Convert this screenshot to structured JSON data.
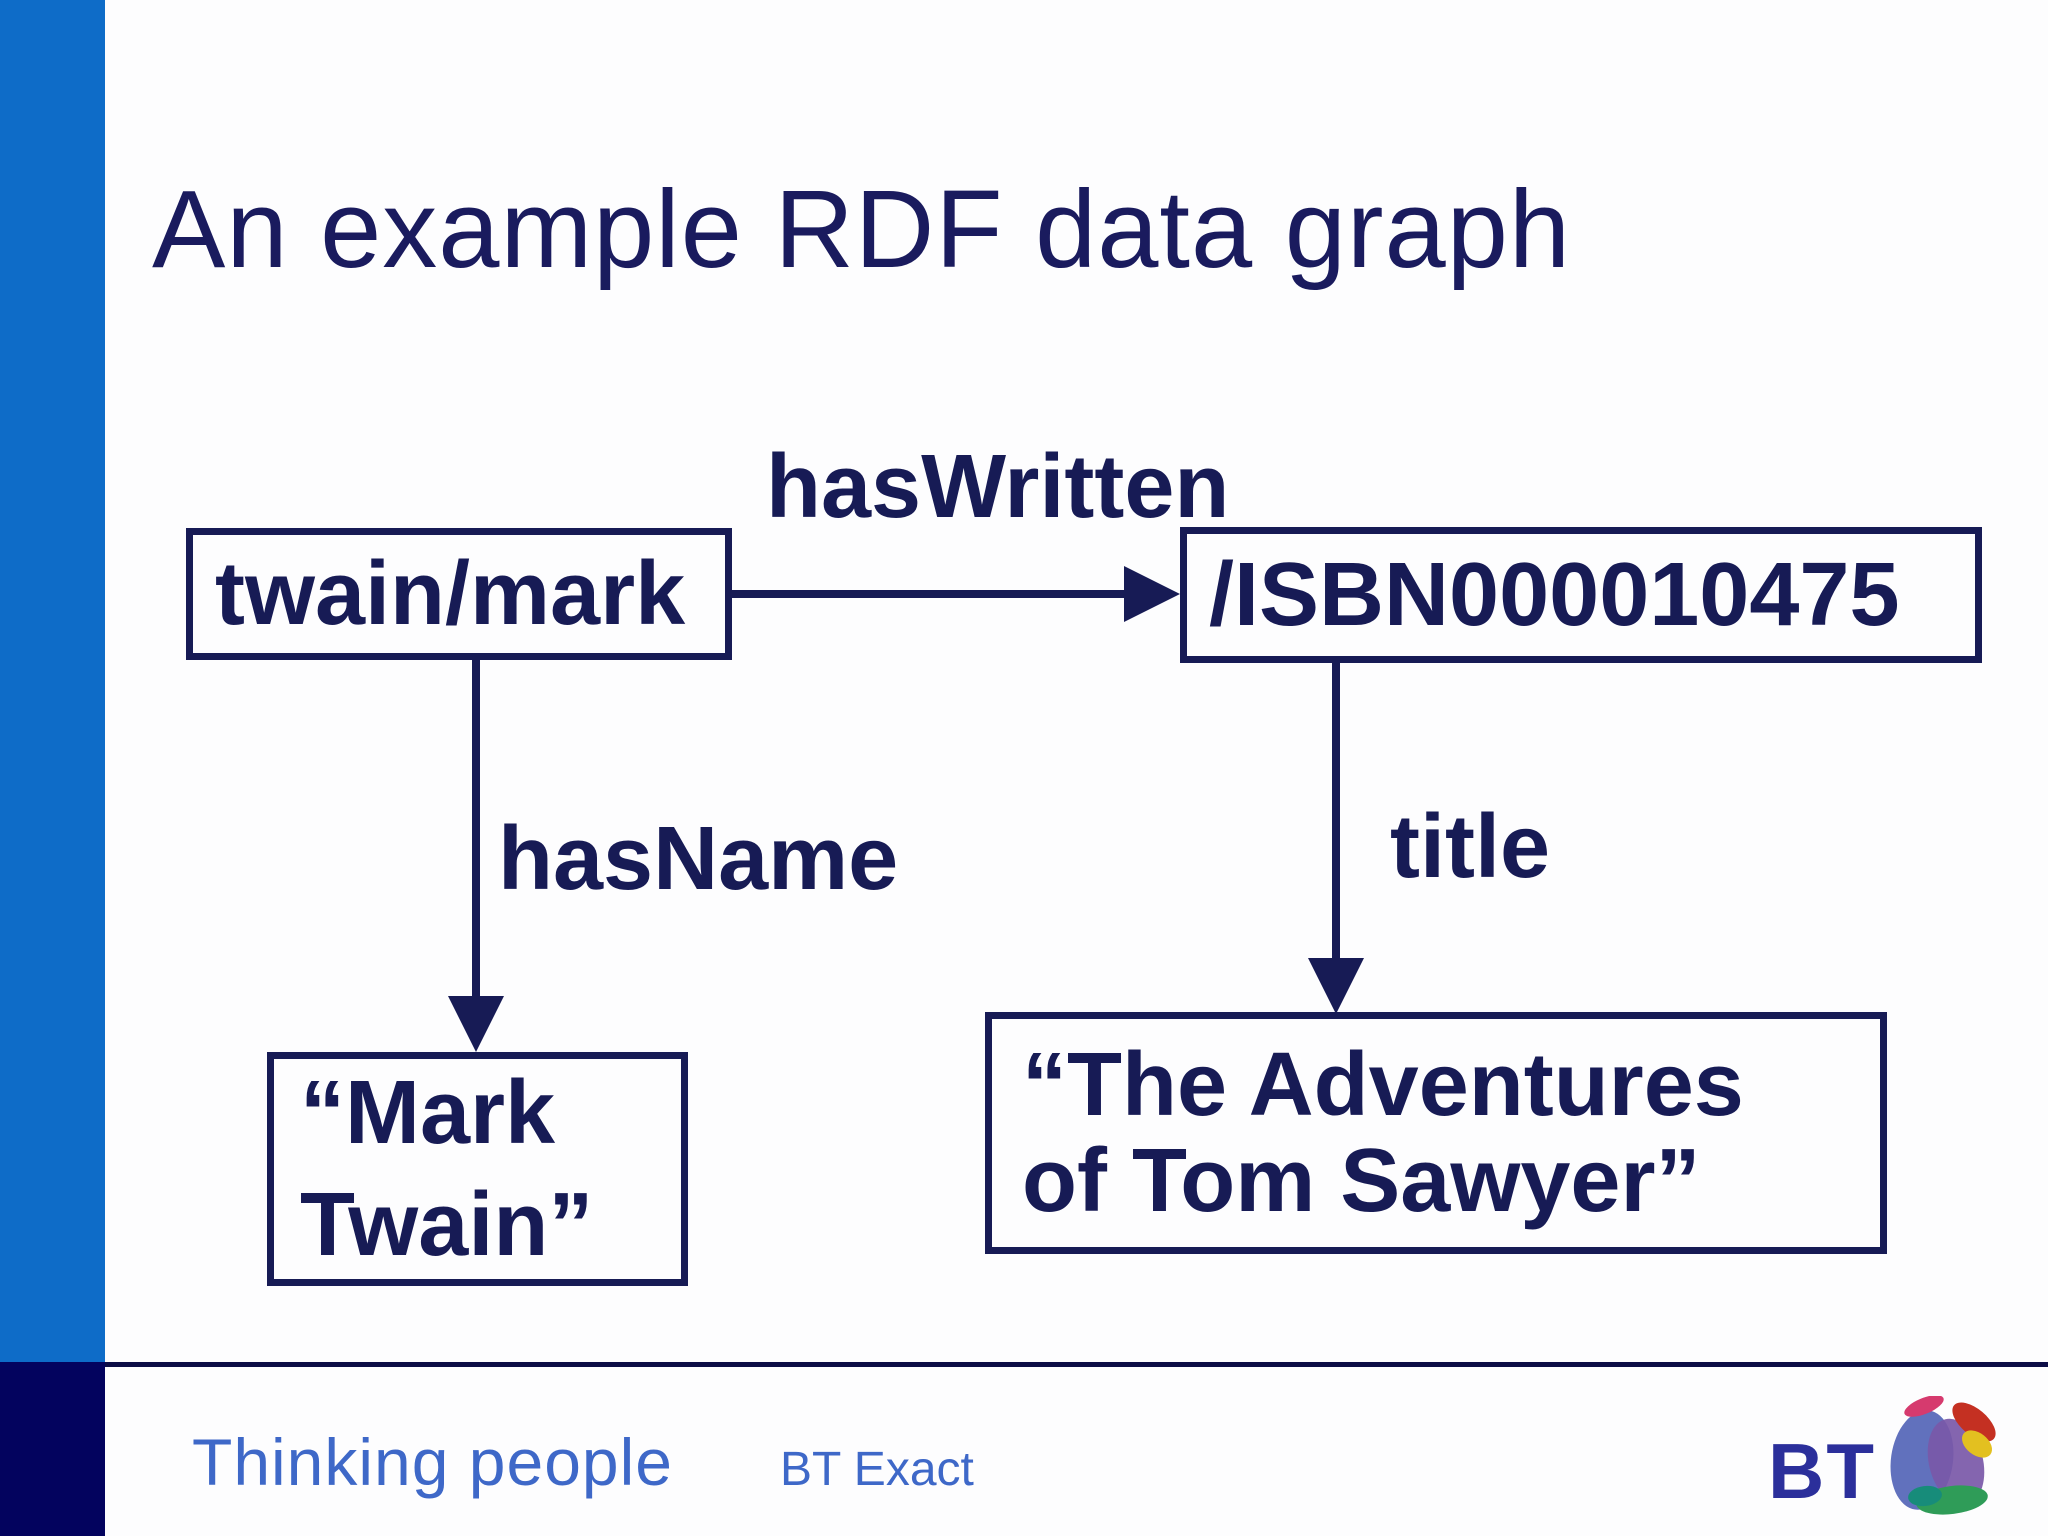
{
  "slide": {
    "title": "An example RDF data graph"
  },
  "diagram": {
    "nodes": {
      "twain_mark": {
        "label": "twain/mark"
      },
      "isbn": {
        "label": "/ISBN000010475"
      },
      "mark_twain_literal": {
        "line1": "“Mark",
        "line2": "Twain”"
      },
      "tom_sawyer_literal": {
        "line1": "“The Adventures",
        "line2": "of Tom Sawyer”"
      }
    },
    "edges": {
      "has_written": {
        "label": "hasWritten"
      },
      "has_name": {
        "label": "hasName"
      },
      "title": {
        "label": "title"
      }
    }
  },
  "footer": {
    "tagline": "Thinking people",
    "brand_unit": "BT Exact",
    "logo_wordmark": "BT"
  },
  "colors": {
    "navy": "#171b55",
    "accent_blue": "#0e6cc8",
    "footer_navy": "#03035e",
    "footer_text_blue": "#3e68c8",
    "logo_blue": "#2b2f9b",
    "globe_pink": "#d63a6e",
    "globe_red": "#c43022",
    "globe_yellow": "#e3c020",
    "globe_periwinkle": "#5c6cbb",
    "globe_purple": "#7a58a8",
    "globe_green": "#2f9c58",
    "globe_teal": "#178c7a",
    "background": "#fdfdfe"
  }
}
